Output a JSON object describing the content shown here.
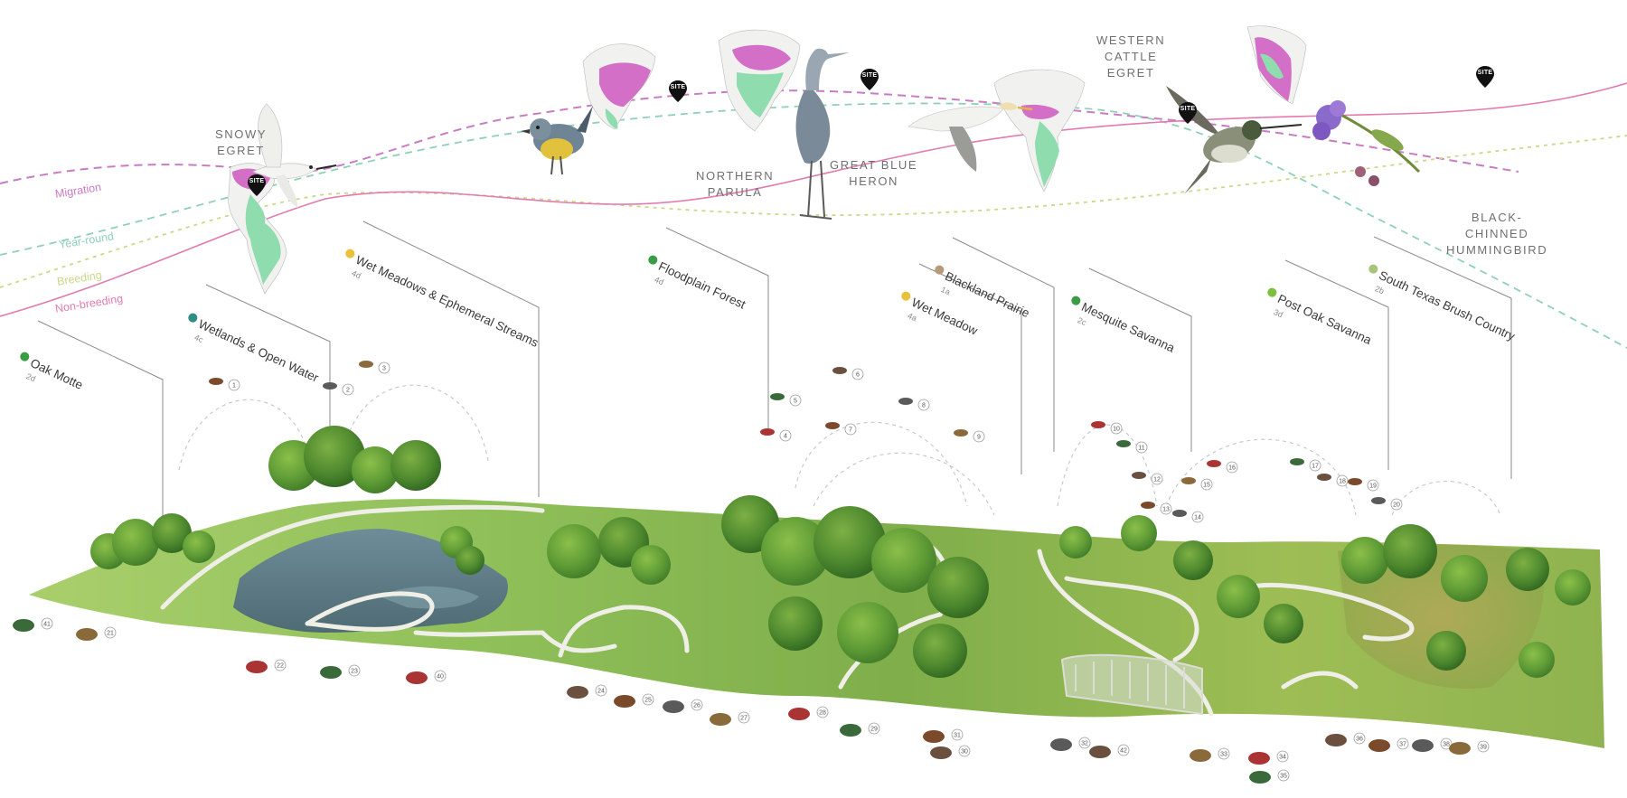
{
  "colors": {
    "migration": "#c97bc4",
    "year_round": "#8fd1b5",
    "breeding": "#c9d98a",
    "non_breeding": "#e37bb0",
    "range_pink": "#d36fc6",
    "range_green": "#8fdcae",
    "grass": "#9ccb5c",
    "path": "#ecebe3",
    "water": "#5d7a86",
    "dot_green": "#3a9c46",
    "dot_teal": "#2f8d83",
    "dot_yellow": "#eac13a",
    "dot_tan": "#b79b78",
    "dot_lime": "#7dc040",
    "dot_sage": "#a8c47a"
  },
  "legend": {
    "migration": "Migration",
    "year_round": "Year-round",
    "breeding": "Breeding",
    "non_breeding": "Non-breeding"
  },
  "birds": [
    {
      "id": "snowy-egret",
      "lines": [
        "SNOWY",
        "EGRET"
      ]
    },
    {
      "id": "northern-parula",
      "lines": [
        "NORTHERN",
        "PARULA"
      ]
    },
    {
      "id": "great-blue-heron",
      "lines": [
        "GREAT BLUE",
        "HERON"
      ]
    },
    {
      "id": "western-cattle-egret",
      "lines": [
        "WESTERN",
        "CATTLE",
        "EGRET"
      ]
    },
    {
      "id": "black-chinned-hummingbird",
      "lines": [
        "BLACK-",
        "CHINNED",
        "HUMMINGBIRD"
      ]
    }
  ],
  "site_pin_label": "SITE",
  "zones": [
    {
      "name": "Oak Motte",
      "code": "2d",
      "dot": "dot_green"
    },
    {
      "name": "Wetlands & Open Water",
      "code": "4c",
      "dot": "dot_teal"
    },
    {
      "name": "Wet Meadows & Ephemeral Streams",
      "code": "4d",
      "dot": "dot_yellow"
    },
    {
      "name": "Floodplain Forest",
      "code": "4d",
      "dot": "dot_green"
    },
    {
      "name": "Wet Meadow",
      "code": "4a",
      "dot": "dot_yellow"
    },
    {
      "name": "Blackland Prairie",
      "code": "1a",
      "dot": "dot_tan"
    },
    {
      "name": "Mesquite Savanna",
      "code": "2c",
      "dot": "dot_green"
    },
    {
      "name": "Post Oak Savanna",
      "code": "3d",
      "dot": "dot_lime"
    },
    {
      "name": "South Texas Brush Country",
      "code": "2b",
      "dot": "dot_sage"
    }
  ],
  "species_numbers": [
    "1",
    "2",
    "3",
    "4",
    "5",
    "6",
    "7",
    "8",
    "9",
    "10",
    "11",
    "12",
    "13",
    "14",
    "15",
    "16",
    "17",
    "18",
    "19",
    "20",
    "21",
    "22",
    "23",
    "24",
    "25",
    "26",
    "27",
    "28",
    "29",
    "30",
    "31",
    "32",
    "33",
    "34",
    "35",
    "36",
    "37",
    "38",
    "39",
    "40",
    "41",
    "42"
  ]
}
